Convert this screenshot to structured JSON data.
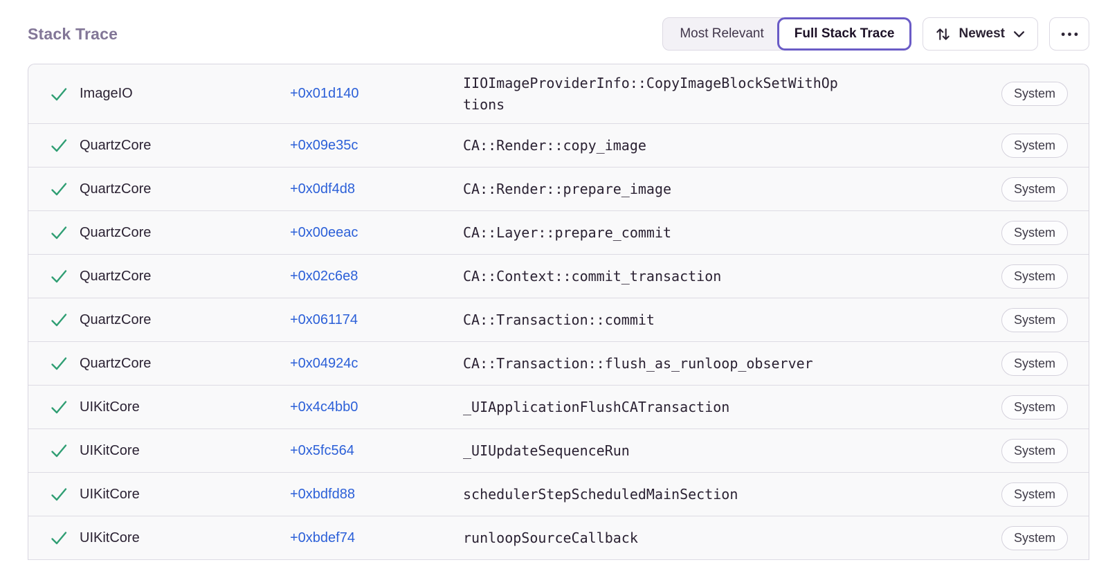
{
  "header": {
    "title": "Stack Trace",
    "segmented_control": [
      {
        "label": "Most Relevant",
        "active": false
      },
      {
        "label": "Full Stack Trace",
        "active": true
      }
    ],
    "sort_button": {
      "label": "Newest",
      "icon": "sort-arrows-icon",
      "chevron": "chevron-down-icon"
    },
    "more_button": {
      "icon": "ellipsis-icon"
    }
  },
  "colors": {
    "accent_purple": "#6a5bc6",
    "title_gray_purple": "#827697",
    "link_blue": "#2c60d8",
    "success_green": "#2f9e73",
    "row_background": "#f9f9fa",
    "row_divider": "#dddbe4",
    "text_dark": "#2b2233"
  },
  "table": {
    "rows": [
      {
        "status_icon": "checkmark-icon",
        "module": "ImageIO",
        "address": "+0x01d140",
        "function": "IIOImageProviderInfo::CopyImageBlockSetWithOptions",
        "badge": "System"
      },
      {
        "status_icon": "checkmark-icon",
        "module": "QuartzCore",
        "address": "+0x09e35c",
        "function": "CA::Render::copy_image",
        "badge": "System"
      },
      {
        "status_icon": "checkmark-icon",
        "module": "QuartzCore",
        "address": "+0x0df4d8",
        "function": "CA::Render::prepare_image",
        "badge": "System"
      },
      {
        "status_icon": "checkmark-icon",
        "module": "QuartzCore",
        "address": "+0x00eeac",
        "function": "CA::Layer::prepare_commit",
        "badge": "System"
      },
      {
        "status_icon": "checkmark-icon",
        "module": "QuartzCore",
        "address": "+0x02c6e8",
        "function": "CA::Context::commit_transaction",
        "badge": "System"
      },
      {
        "status_icon": "checkmark-icon",
        "module": "QuartzCore",
        "address": "+0x061174",
        "function": "CA::Transaction::commit",
        "badge": "System"
      },
      {
        "status_icon": "checkmark-icon",
        "module": "QuartzCore",
        "address": "+0x04924c",
        "function": "CA::Transaction::flush_as_runloop_observer",
        "badge": "System"
      },
      {
        "status_icon": "checkmark-icon",
        "module": "UIKitCore",
        "address": "+0x4c4bb0",
        "function": "_UIApplicationFlushCATransaction",
        "badge": "System"
      },
      {
        "status_icon": "checkmark-icon",
        "module": "UIKitCore",
        "address": "+0x5fc564",
        "function": "_UIUpdateSequenceRun",
        "badge": "System"
      },
      {
        "status_icon": "checkmark-icon",
        "module": "UIKitCore",
        "address": "+0xbdfd88",
        "function": "schedulerStepScheduledMainSection",
        "badge": "System"
      },
      {
        "status_icon": "checkmark-icon",
        "module": "UIKitCore",
        "address": "+0xbdef74",
        "function": "runloopSourceCallback",
        "badge": "System"
      }
    ]
  }
}
